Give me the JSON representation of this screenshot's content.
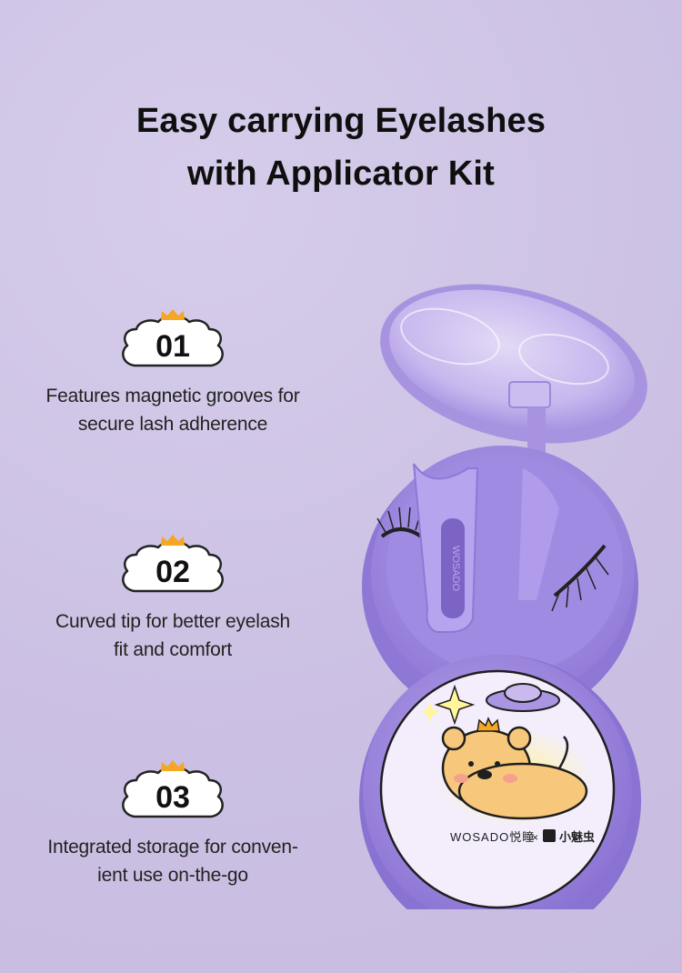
{
  "title": {
    "line1": "Easy carrying Eyelashes",
    "line2": "with Applicator Kit"
  },
  "features": [
    {
      "number": "01",
      "desc_line1": "Features magnetic grooves for",
      "desc_line2": "secure lash adherence"
    },
    {
      "number": "02",
      "desc_line1": "Curved tip for better eyelash",
      "desc_line2": "fit and comfort"
    },
    {
      "number": "03",
      "desc_line1": "Integrated storage for conven-",
      "desc_line2": "ient use on-the-go"
    }
  ],
  "product": {
    "brand": "WOSADO悦瞳",
    "separator": "×",
    "collab": "小魅虫",
    "applicator_text": "WOSADO"
  },
  "colors": {
    "background": "#cfc4e6",
    "case_purple": "#a18ce0",
    "crown_orange": "#f5a623",
    "badge_white": "#ffffff"
  }
}
